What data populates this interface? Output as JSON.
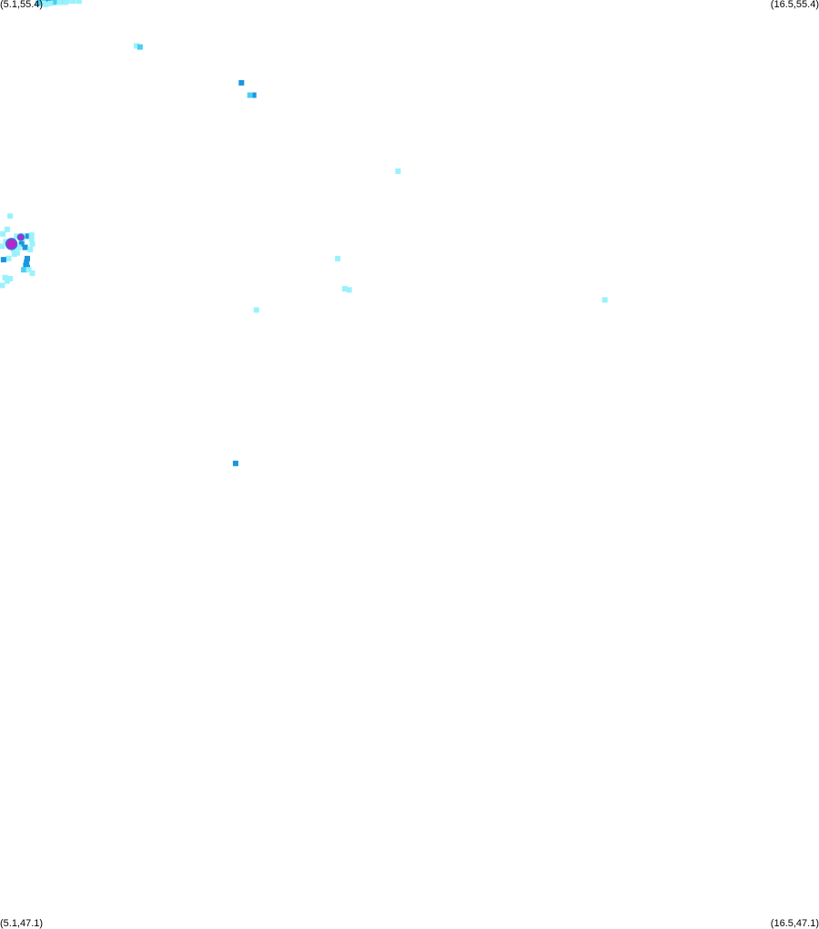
{
  "map": {
    "bounds": {
      "x_min": 5.1,
      "x_max": 16.5,
      "y_min": 47.1,
      "y_max": 55.4
    },
    "corner_labels": {
      "top_left": "(5.1,55.4)",
      "top_right": "(16.5,55.4)",
      "bottom_left": "(5.1,47.1)",
      "bottom_right": "(16.5,47.1)"
    },
    "colors": {
      "background": "#ffffff",
      "light": "#99f2fb",
      "medium": "#4dcdf2",
      "dark": "#1a96e0",
      "highlight_fill": "#b428c8",
      "highlight_stroke": "#3d6fe0"
    },
    "points": [
      {
        "lon": 5.73,
        "lat": 55.39,
        "level": "medium"
      },
      {
        "lon": 5.81,
        "lat": 55.39,
        "level": "medium"
      },
      {
        "lon": 5.89,
        "lat": 55.39,
        "level": "medium"
      },
      {
        "lon": 5.97,
        "lat": 55.39,
        "level": "medium"
      },
      {
        "lon": 6.04,
        "lat": 55.39,
        "level": "light"
      },
      {
        "lon": 6.12,
        "lat": 55.39,
        "level": "light"
      },
      {
        "lon": 6.2,
        "lat": 55.39,
        "level": "light"
      },
      {
        "lon": 5.66,
        "lat": 55.38,
        "level": "medium"
      },
      {
        "lon": 5.77,
        "lat": 55.38,
        "level": "dark"
      },
      {
        "lon": 5.85,
        "lat": 55.38,
        "level": "medium"
      },
      {
        "lon": 5.93,
        "lat": 55.38,
        "level": "light"
      },
      {
        "lon": 6.01,
        "lat": 55.38,
        "level": "light"
      },
      {
        "lon": 5.71,
        "lat": 55.37,
        "level": "light"
      },
      {
        "lon": 5.8,
        "lat": 55.37,
        "level": "light"
      },
      {
        "lon": 5.63,
        "lat": 55.37,
        "level": "medium"
      },
      {
        "lon": 5.74,
        "lat": 55.36,
        "level": "light"
      },
      {
        "lon": 7.0,
        "lat": 54.99,
        "level": "light"
      },
      {
        "lon": 7.05,
        "lat": 54.98,
        "level": "medium"
      },
      {
        "lon": 8.46,
        "lat": 54.66,
        "level": "dark"
      },
      {
        "lon": 8.63,
        "lat": 54.55,
        "level": "dark"
      },
      {
        "lon": 8.58,
        "lat": 54.55,
        "level": "medium"
      },
      {
        "lon": 10.64,
        "lat": 53.87,
        "level": "light"
      },
      {
        "lon": 5.24,
        "lat": 53.47,
        "level": "light"
      },
      {
        "lon": 5.2,
        "lat": 53.35,
        "level": "light"
      },
      {
        "lon": 5.14,
        "lat": 53.31,
        "level": "light"
      },
      {
        "lon": 5.33,
        "lat": 53.29,
        "level": "light"
      },
      {
        "lon": 5.42,
        "lat": 53.29,
        "level": "light"
      },
      {
        "lon": 5.49,
        "lat": 53.29,
        "level": "dark"
      },
      {
        "lon": 5.54,
        "lat": 53.3,
        "level": "light"
      },
      {
        "lon": 5.41,
        "lat": 53.25,
        "level": "light"
      },
      {
        "lon": 5.54,
        "lat": 53.26,
        "level": "light"
      },
      {
        "lon": 5.18,
        "lat": 53.24,
        "level": "light"
      },
      {
        "lon": 5.4,
        "lat": 53.22,
        "level": "dark"
      },
      {
        "lon": 5.55,
        "lat": 53.22,
        "level": "light"
      },
      {
        "lon": 5.13,
        "lat": 53.2,
        "level": "light"
      },
      {
        "lon": 5.36,
        "lat": 53.19,
        "level": "light"
      },
      {
        "lon": 5.45,
        "lat": 53.19,
        "level": "dark"
      },
      {
        "lon": 5.52,
        "lat": 53.17,
        "level": "light"
      },
      {
        "lon": 5.29,
        "lat": 53.17,
        "level": "light"
      },
      {
        "lon": 5.34,
        "lat": 53.14,
        "level": "light"
      },
      {
        "lon": 5.3,
        "lat": 53.13,
        "level": "light"
      },
      {
        "lon": 5.22,
        "lat": 53.09,
        "level": "light"
      },
      {
        "lon": 5.15,
        "lat": 53.08,
        "level": "dark"
      },
      {
        "lon": 5.48,
        "lat": 53.09,
        "level": "dark"
      },
      {
        "lon": 5.47,
        "lat": 53.06,
        "level": "dark"
      },
      {
        "lon": 5.46,
        "lat": 53.03,
        "level": "dark"
      },
      {
        "lon": 5.48,
        "lat": 53.01,
        "level": "dark"
      },
      {
        "lon": 5.43,
        "lat": 52.99,
        "level": "medium"
      },
      {
        "lon": 5.5,
        "lat": 52.99,
        "level": "light"
      },
      {
        "lon": 5.55,
        "lat": 52.96,
        "level": "light"
      },
      {
        "lon": 5.17,
        "lat": 52.92,
        "level": "light"
      },
      {
        "lon": 5.24,
        "lat": 52.91,
        "level": "light"
      },
      {
        "lon": 5.2,
        "lat": 52.89,
        "level": "light"
      },
      {
        "lon": 5.13,
        "lat": 52.85,
        "level": "light"
      },
      {
        "lon": 9.8,
        "lat": 53.09,
        "level": "light"
      },
      {
        "lon": 9.9,
        "lat": 52.82,
        "level": "light"
      },
      {
        "lon": 9.96,
        "lat": 52.81,
        "level": "light"
      },
      {
        "lon": 13.52,
        "lat": 52.72,
        "level": "light"
      },
      {
        "lon": 8.67,
        "lat": 52.63,
        "level": "light"
      },
      {
        "lon": 8.38,
        "lat": 51.26,
        "level": "dark"
      }
    ],
    "highlights": [
      {
        "lon": 5.26,
        "lat": 53.22,
        "size": "large"
      },
      {
        "lon": 5.39,
        "lat": 53.28,
        "size": "small"
      }
    ]
  }
}
